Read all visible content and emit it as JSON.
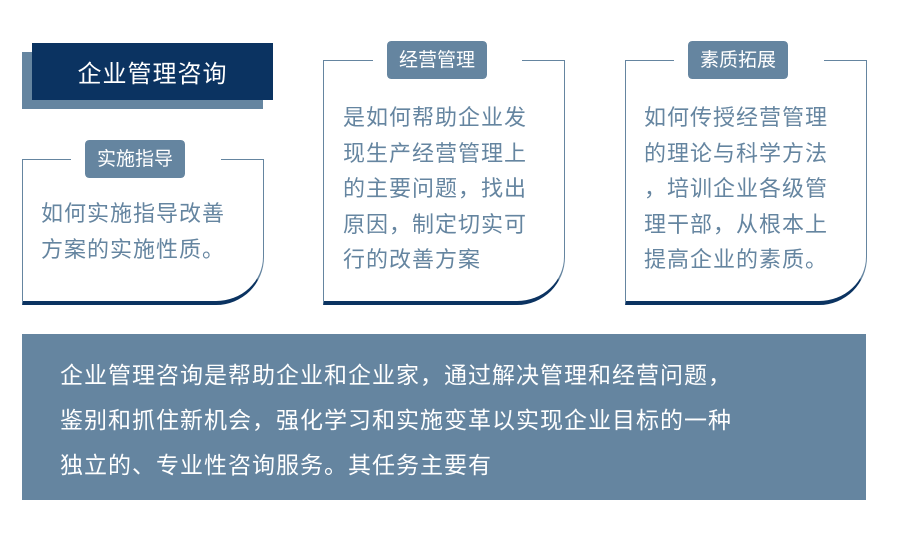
{
  "header": {
    "title": "企业管理咨询"
  },
  "cards": [
    {
      "tag": "实施指导",
      "lines": [
        "如何实施指导改善",
        "方案的实施性质。"
      ]
    },
    {
      "tag": "经营管理",
      "lines": [
        "是如何帮助企业发",
        "现生产经营管理上",
        "的主要问题，找出",
        "原因，制定切实可",
        "行的改善方案"
      ]
    },
    {
      "tag": "素质拓展",
      "lines": [
        "如何传授经营管理",
        "的理论与科学方法",
        "，培训企业各级管",
        "理干部，从根本上",
        "提高企业的素质。"
      ]
    }
  ],
  "summary": {
    "lines": [
      "企业管理咨询是帮助企业和企业家，通过解决管理和经营问题，",
      "鉴别和抓住新机会，强化学习和实施变革以实现企业目标的一种",
      "独立的、专业性咨询服务。其任务主要有"
    ]
  },
  "colors": {
    "navy": "#0b3361",
    "steel_blue": "#6585a0",
    "background": "#ffffff"
  }
}
